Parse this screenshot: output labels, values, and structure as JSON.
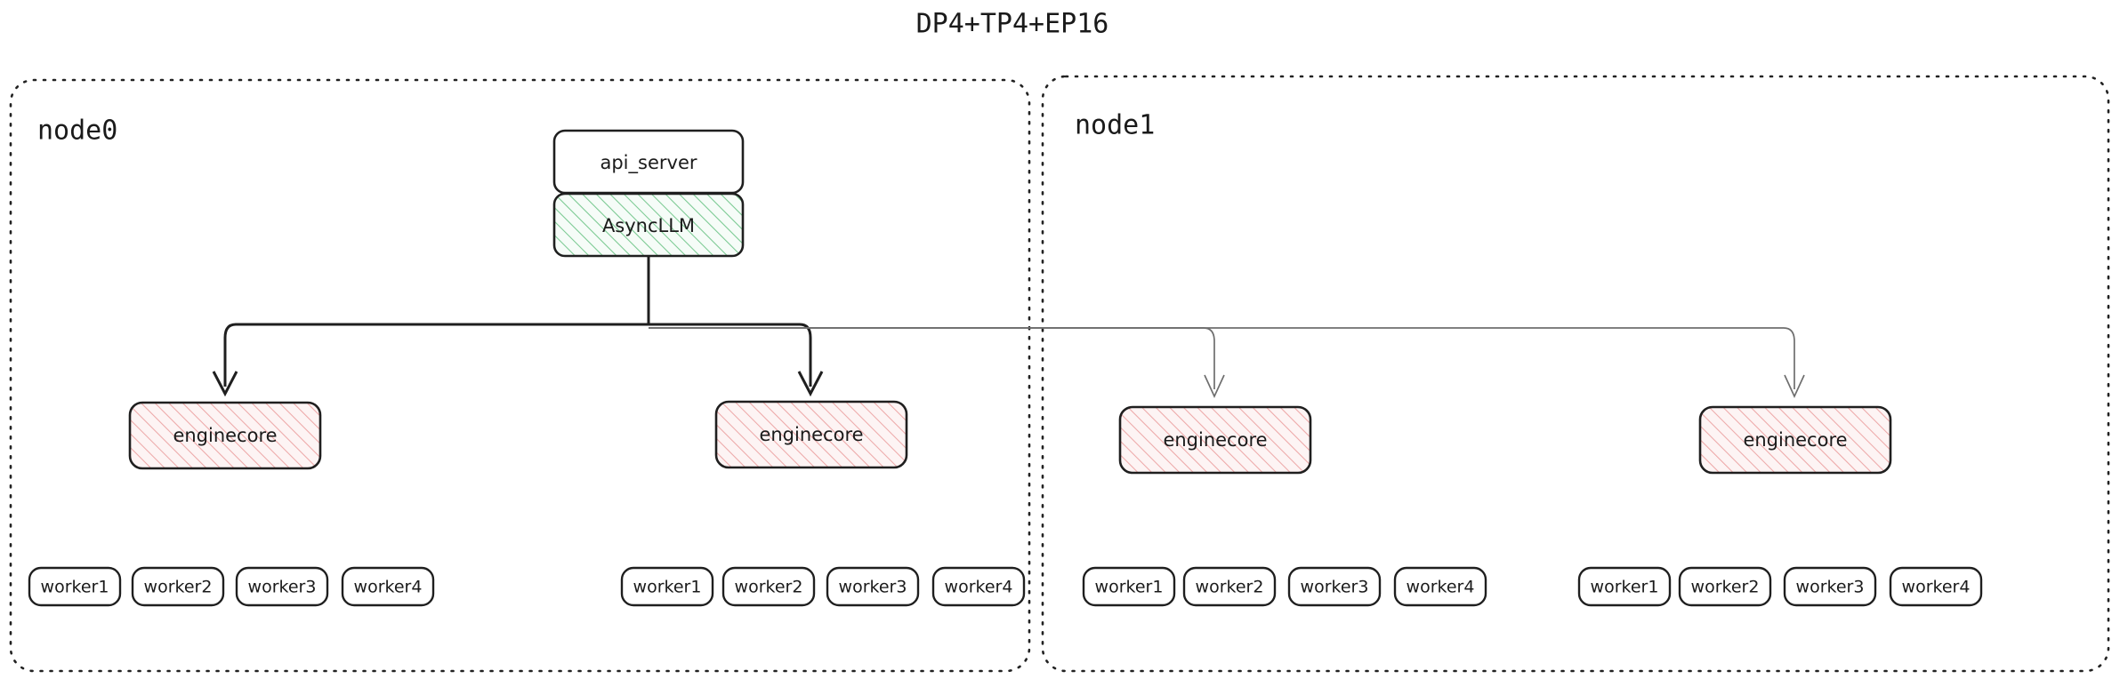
{
  "title": "DP4+TP4+EP16",
  "colors": {
    "background": "#ffffff",
    "stroke_dark": "#1f1f1f",
    "stroke_light": "#6e6e6e",
    "green_hatch": "#79c991",
    "green_fill": "#f4fbf6",
    "pink_hatch": "#eda8a8",
    "pink_fill": "#fdf3f3"
  },
  "nodes": [
    {
      "id": "node0",
      "label": "node0",
      "boxes": {
        "api_server": {
          "label": "api_server",
          "style": "plain"
        },
        "async_llm": {
          "label": "AsyncLLM",
          "style": "green-hatch"
        }
      },
      "enginecores": [
        {
          "label": "enginecore",
          "workers": [
            "worker1",
            "worker2",
            "worker3",
            "worker4"
          ]
        },
        {
          "label": "enginecore",
          "workers": [
            "worker1",
            "worker2",
            "worker3",
            "worker4"
          ]
        }
      ]
    },
    {
      "id": "node1",
      "label": "node1",
      "boxes": {},
      "enginecores": [
        {
          "label": "enginecore",
          "workers": [
            "worker1",
            "worker2",
            "worker3",
            "worker4"
          ]
        },
        {
          "label": "enginecore",
          "workers": [
            "worker1",
            "worker2",
            "worker3",
            "worker4"
          ]
        }
      ]
    }
  ]
}
